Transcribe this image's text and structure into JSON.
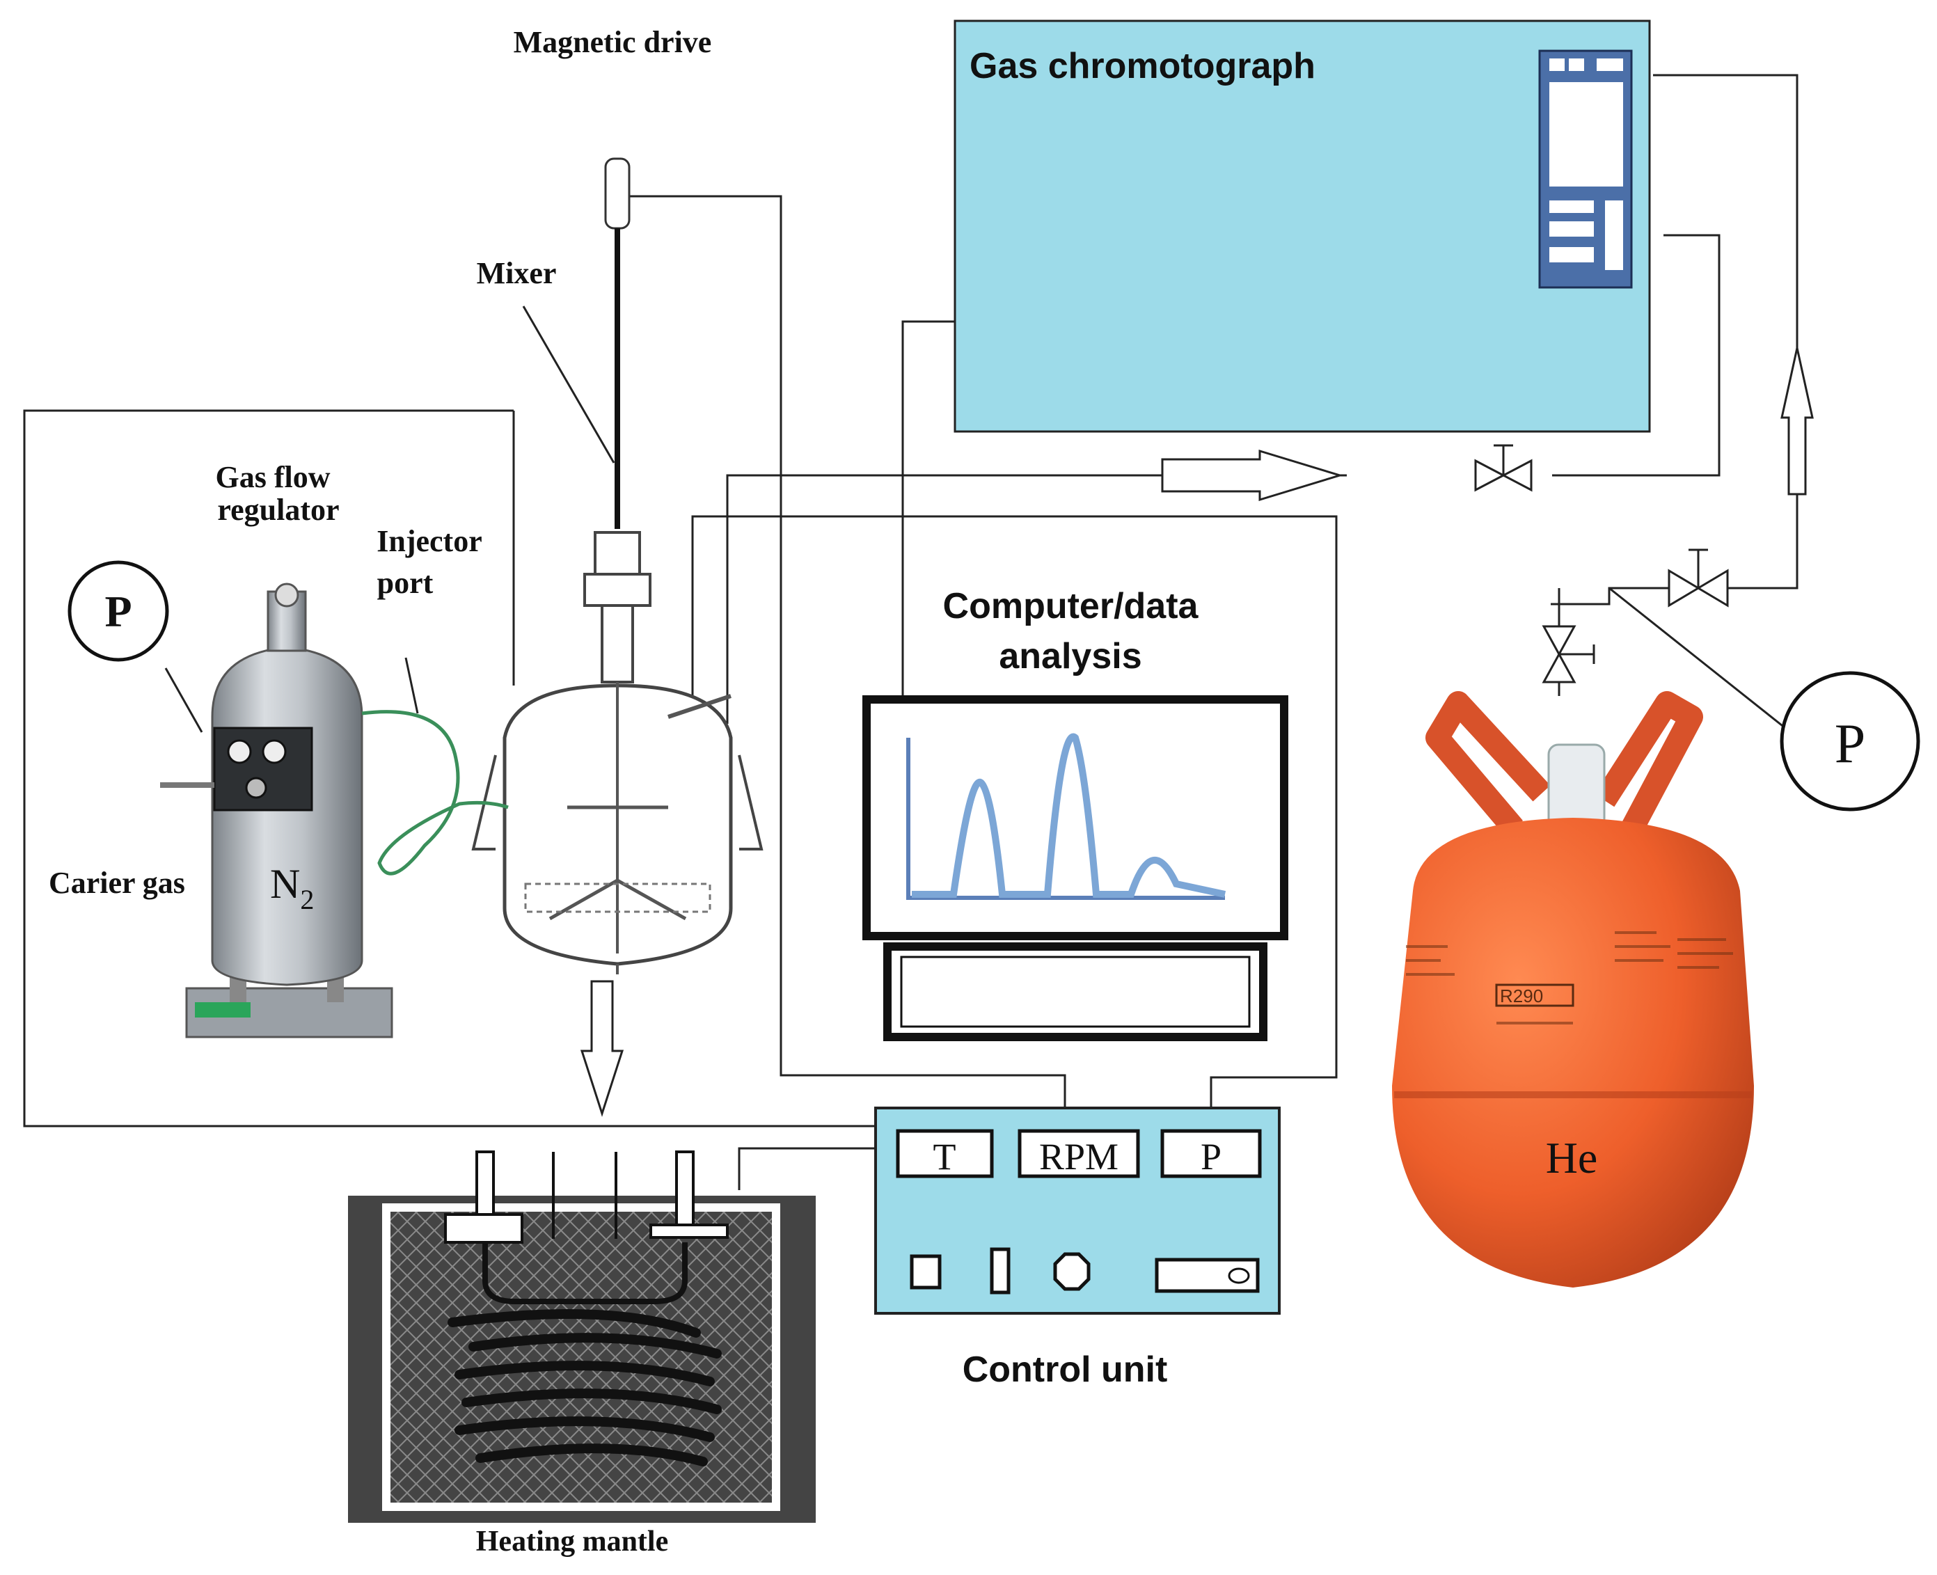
{
  "labels": {
    "magnetic_drive": "Magnetic drive",
    "gas_chromatograph": "Gas chromotograph",
    "mixer": "Mixer",
    "gas_flow_line1": "Gas flow",
    "gas_flow_line2": "regulator",
    "injector_line1": "Injector",
    "injector_line2": "port",
    "pressure_symbol": "P",
    "carrier_gas": "Carier gas",
    "n2_main": "N",
    "n2_sub": "2",
    "computer_line1": "Computer/data",
    "computer_line2": "analysis",
    "he": "He",
    "cylinder_marking": "R290",
    "control_t": "T",
    "control_rpm": "RPM",
    "control_p": "P",
    "control_unit": "Control unit",
    "heating_mantle": "Heating mantle"
  },
  "colors": {
    "gc_fill": "#9ddbe9",
    "control_fill": "#9ddbe9",
    "gc_panel": "#4b6fa8",
    "he_cylinder": "#ee5f2b",
    "he_valve_guard": "#d8522a",
    "steel": "#b4b9bf",
    "line": "#222222"
  }
}
